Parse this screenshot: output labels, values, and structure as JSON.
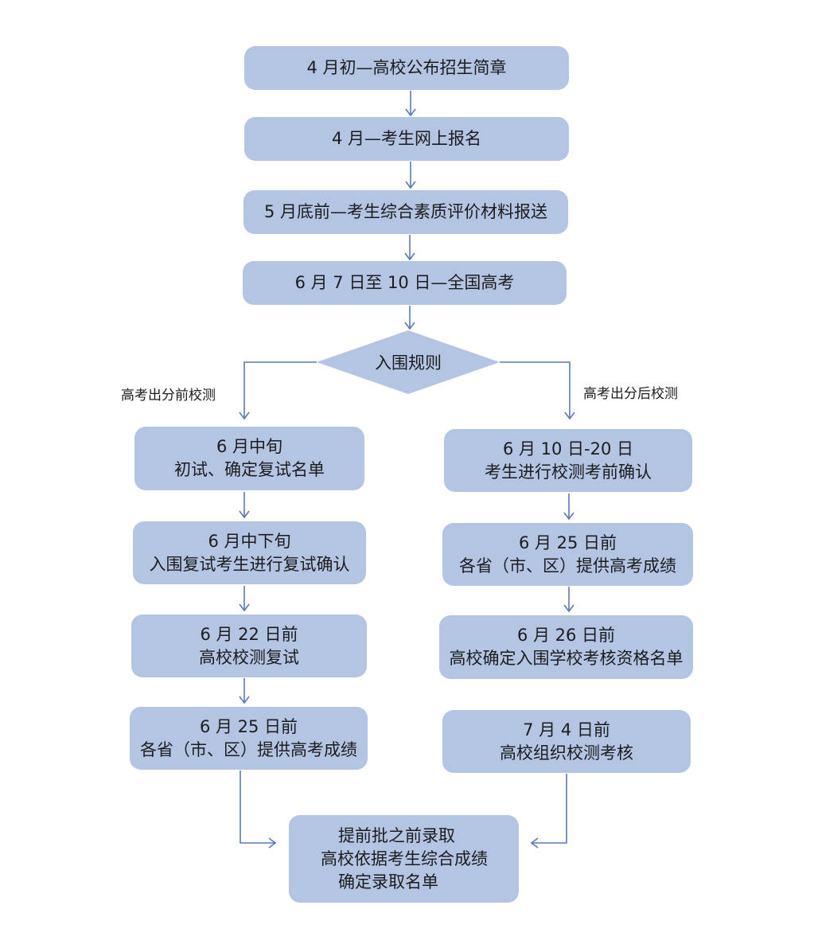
{
  "colors": {
    "box_fill": "#b4c5e4",
    "connector": "#5b7ab5",
    "text": "#1c1c1c"
  },
  "main_flow": [
    {
      "text": "4 月初—高校公布招生简章"
    },
    {
      "text": "4 月—考生网上报名"
    },
    {
      "text": "5 月底前—考生综合素质评价材料报送"
    },
    {
      "text": "6 月 7 日至 10 日—全国高考"
    }
  ],
  "decision": {
    "text": "入围规则"
  },
  "left_branch": {
    "label": "高考出分前校测",
    "steps": [
      {
        "date": "6 月中旬",
        "desc": "初试、确定复试名单"
      },
      {
        "date": "6 月中下旬",
        "desc": "入围复试考生进行复试确认"
      },
      {
        "date": "6 月 22 日前",
        "desc": "高校校测复试"
      },
      {
        "date": "6 月 25 日前",
        "desc": "各省（市、区）提供高考成绩"
      }
    ]
  },
  "right_branch": {
    "label": "高考出分后校测",
    "steps": [
      {
        "date": "6 月 10 日-20 日",
        "desc": "考生进行校测考前确认"
      },
      {
        "date": "6 月 25 日前",
        "desc": "各省（市、区）提供高考成绩"
      },
      {
        "date": "6 月 26 日前",
        "desc": "高校确定入围学校考核资格名单"
      },
      {
        "date": "7 月 4 日前",
        "desc": "高校组织校测考核"
      }
    ]
  },
  "final": {
    "lines": [
      "提前批之前录取",
      "高校依据考生综合成绩",
      "确定录取名单"
    ]
  }
}
